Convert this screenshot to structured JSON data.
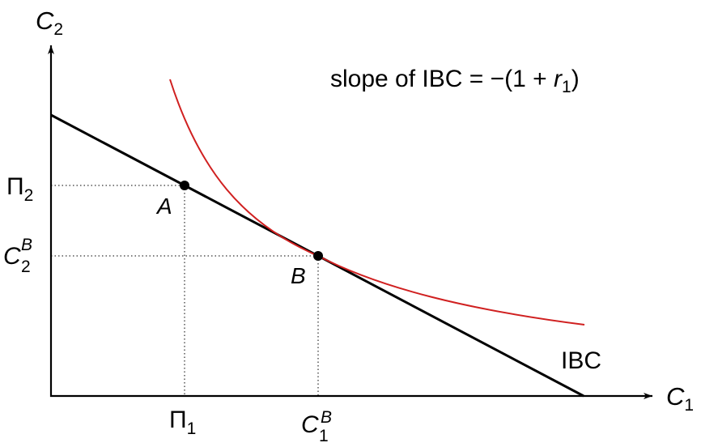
{
  "axes": {
    "y": {
      "symbol": "C",
      "subscript": "2"
    },
    "x": {
      "symbol": "C",
      "subscript": "1"
    }
  },
  "annotation": {
    "prefix": "slope of IBC = −(1 + ",
    "var": "r",
    "sub": "1",
    "suffix": ")"
  },
  "lines": {
    "budget_label": "IBC",
    "budget_color": "#000000",
    "indifference_color": "#d02020"
  },
  "points": {
    "a": {
      "name": "A"
    },
    "b": {
      "name": "B"
    }
  },
  "ticks": {
    "y_upper": {
      "base": "Π",
      "sub": "2"
    },
    "y_lower": {
      "base": "C",
      "sub": "2",
      "sup": "B"
    },
    "x_left": {
      "base": "Π",
      "sub": "1"
    },
    "x_right": {
      "base": "C",
      "sub": "1",
      "sup": "B"
    }
  }
}
